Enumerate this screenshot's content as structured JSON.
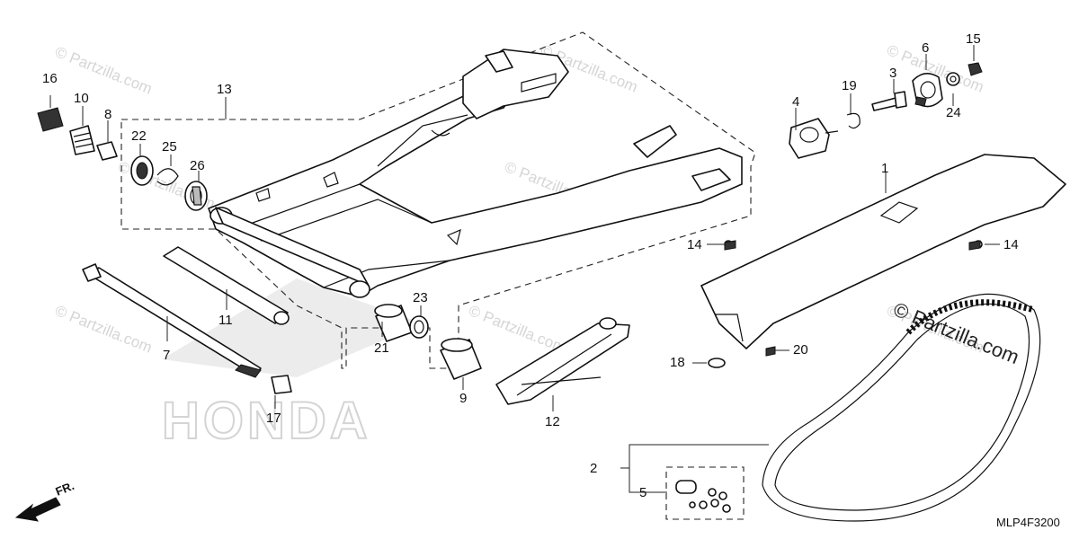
{
  "callouts": {
    "c1": "1",
    "c2": "2",
    "c3": "3",
    "c4": "4",
    "c5": "5",
    "c6": "6",
    "c7": "7",
    "c8": "8",
    "c9": "9",
    "c10": "10",
    "c11": "11",
    "c12": "12",
    "c13": "13",
    "c14a": "14",
    "c14b": "14",
    "c15": "15",
    "c16": "16",
    "c17": "17",
    "c18": "18",
    "c19": "19",
    "c20": "20",
    "c21": "21",
    "c22": "22",
    "c23": "23",
    "c24": "24",
    "c25": "25",
    "c26": "26"
  },
  "watermarks": {
    "w1": "© Partzilla.com",
    "w2": "© Partzilla.com",
    "w3": "© Partzilla.com",
    "w4": "© Partzilla.com",
    "w5": "© Partzilla.com",
    "w6": "© Partzilla.com",
    "w7": "© Partzilla.com",
    "w8": "© Partzilla.com",
    "main": "© Partzilla.com"
  },
  "brand_text": "HONDA",
  "front_label": "FR.",
  "diagram_code": "MLP4F3200"
}
